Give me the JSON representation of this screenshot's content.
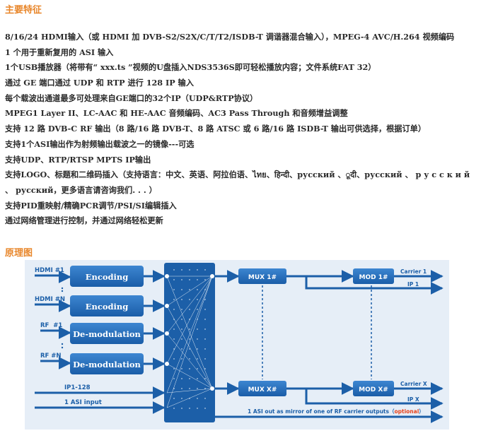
{
  "section1_title": "主要特征",
  "features": [
    "8/16/24 HDMI输入（或 HDMI 加 DVB-S2/S2X/C/T/T2/ISDB-T 调谐器混合输入），MPEG-4 AVC/H.264 视频编码",
    "1 个用于重新复用的 ASI 输入",
    "1个USB播放器（将带有“ xxx.ts ”视频的U盘插入NDS3536S即可轻松播放内容；文件系统FAT 32）",
    "通过 GE 端口通过 UDP 和 RTP 进行 128 IP 输入",
    "每个载波出通道最多可处理来自GE端口的32个IP（UDP&RTP协议）",
    "MPEG1 Layer II、LC-AAC 和 HE-AAC 音频编码、AC3 Pass Through 和音频增益调整",
    "支持 12 路 DVB-C RF 输出（8 路/16 路 DVB-T、8 路 ATSC 或 6 路/16 路 ISDB-T 输出可供选择，根据订单）",
    "支持1个ASI输出作为射频输出载波之一的镜像---可选",
    "支持UDP、RTP/RTSP MPTS IP输出",
    "支持LOGO、标题和二维码插入（支持语言：中文、英语、阿拉伯语、ไทย、हिन्दी、русский 、ूदी、русский 、 р у с с к и й  、 русский，更多语言请咨询我们. . .  ）",
    "支持PID重映射/精确PCR调节/PSI/SI编辑插入",
    "通过网络管理进行控制，并通过网络轻松更新"
  ],
  "section2_title": "原理图",
  "diagram": {
    "inputs": [
      "HDMI #1",
      "HDMI #N",
      "RF  #1",
      "RF #N",
      "IP1-128",
      "1 ASI input"
    ],
    "blocks": [
      "Encoding",
      "Encoding",
      "De-modulation",
      "De-modulation"
    ],
    "mux": [
      "MUX 1#",
      "MUX X#"
    ],
    "mod": [
      "MOD 1#",
      "MOD X#"
    ],
    "outputs": [
      "Carrier 1",
      "IP 1",
      "Carrier X",
      "IP X"
    ],
    "asi_out": "1 ASI out as mirror of one of RF carrier outputs（",
    "asi_optional": "optional",
    "asi_close": "）",
    "colors": {
      "background": "#e6eef7",
      "accent": "#1c5fa8",
      "optional": "#e8431c",
      "heading": "#e8862a"
    }
  }
}
